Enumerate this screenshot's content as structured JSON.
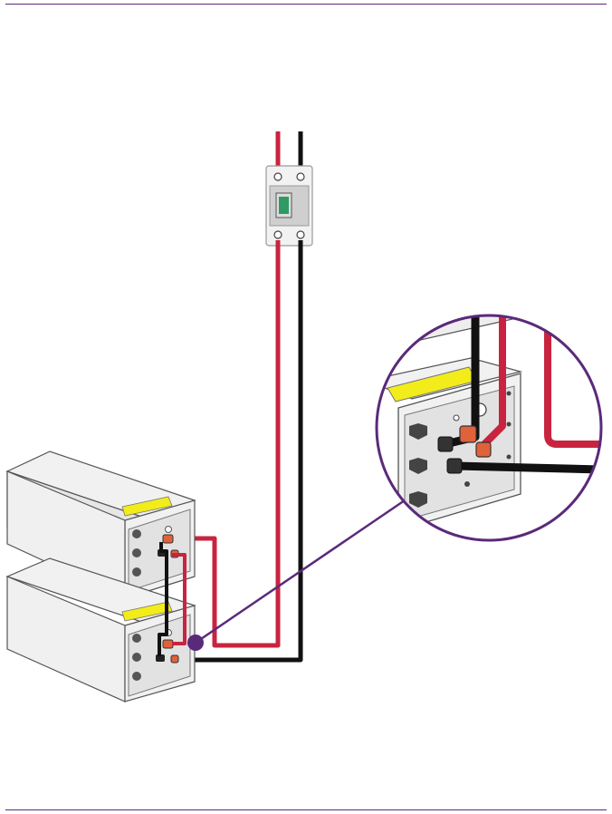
{
  "colors": {
    "positive_cable": "#c8243f",
    "negative_cable": "#111111",
    "battery_body": "#f1f1f1",
    "battery_panel": "#e2e2e2",
    "label_strip": "#f2ec1a",
    "terminal_positive": "#e0623a",
    "callout_line": "#5a2a7a",
    "breaker_window": "#2f9a63"
  },
  "diagram": {
    "components": [
      "circuit-breaker",
      "battery-module-upper",
      "battery-module-lower",
      "zoom-callout"
    ]
  }
}
